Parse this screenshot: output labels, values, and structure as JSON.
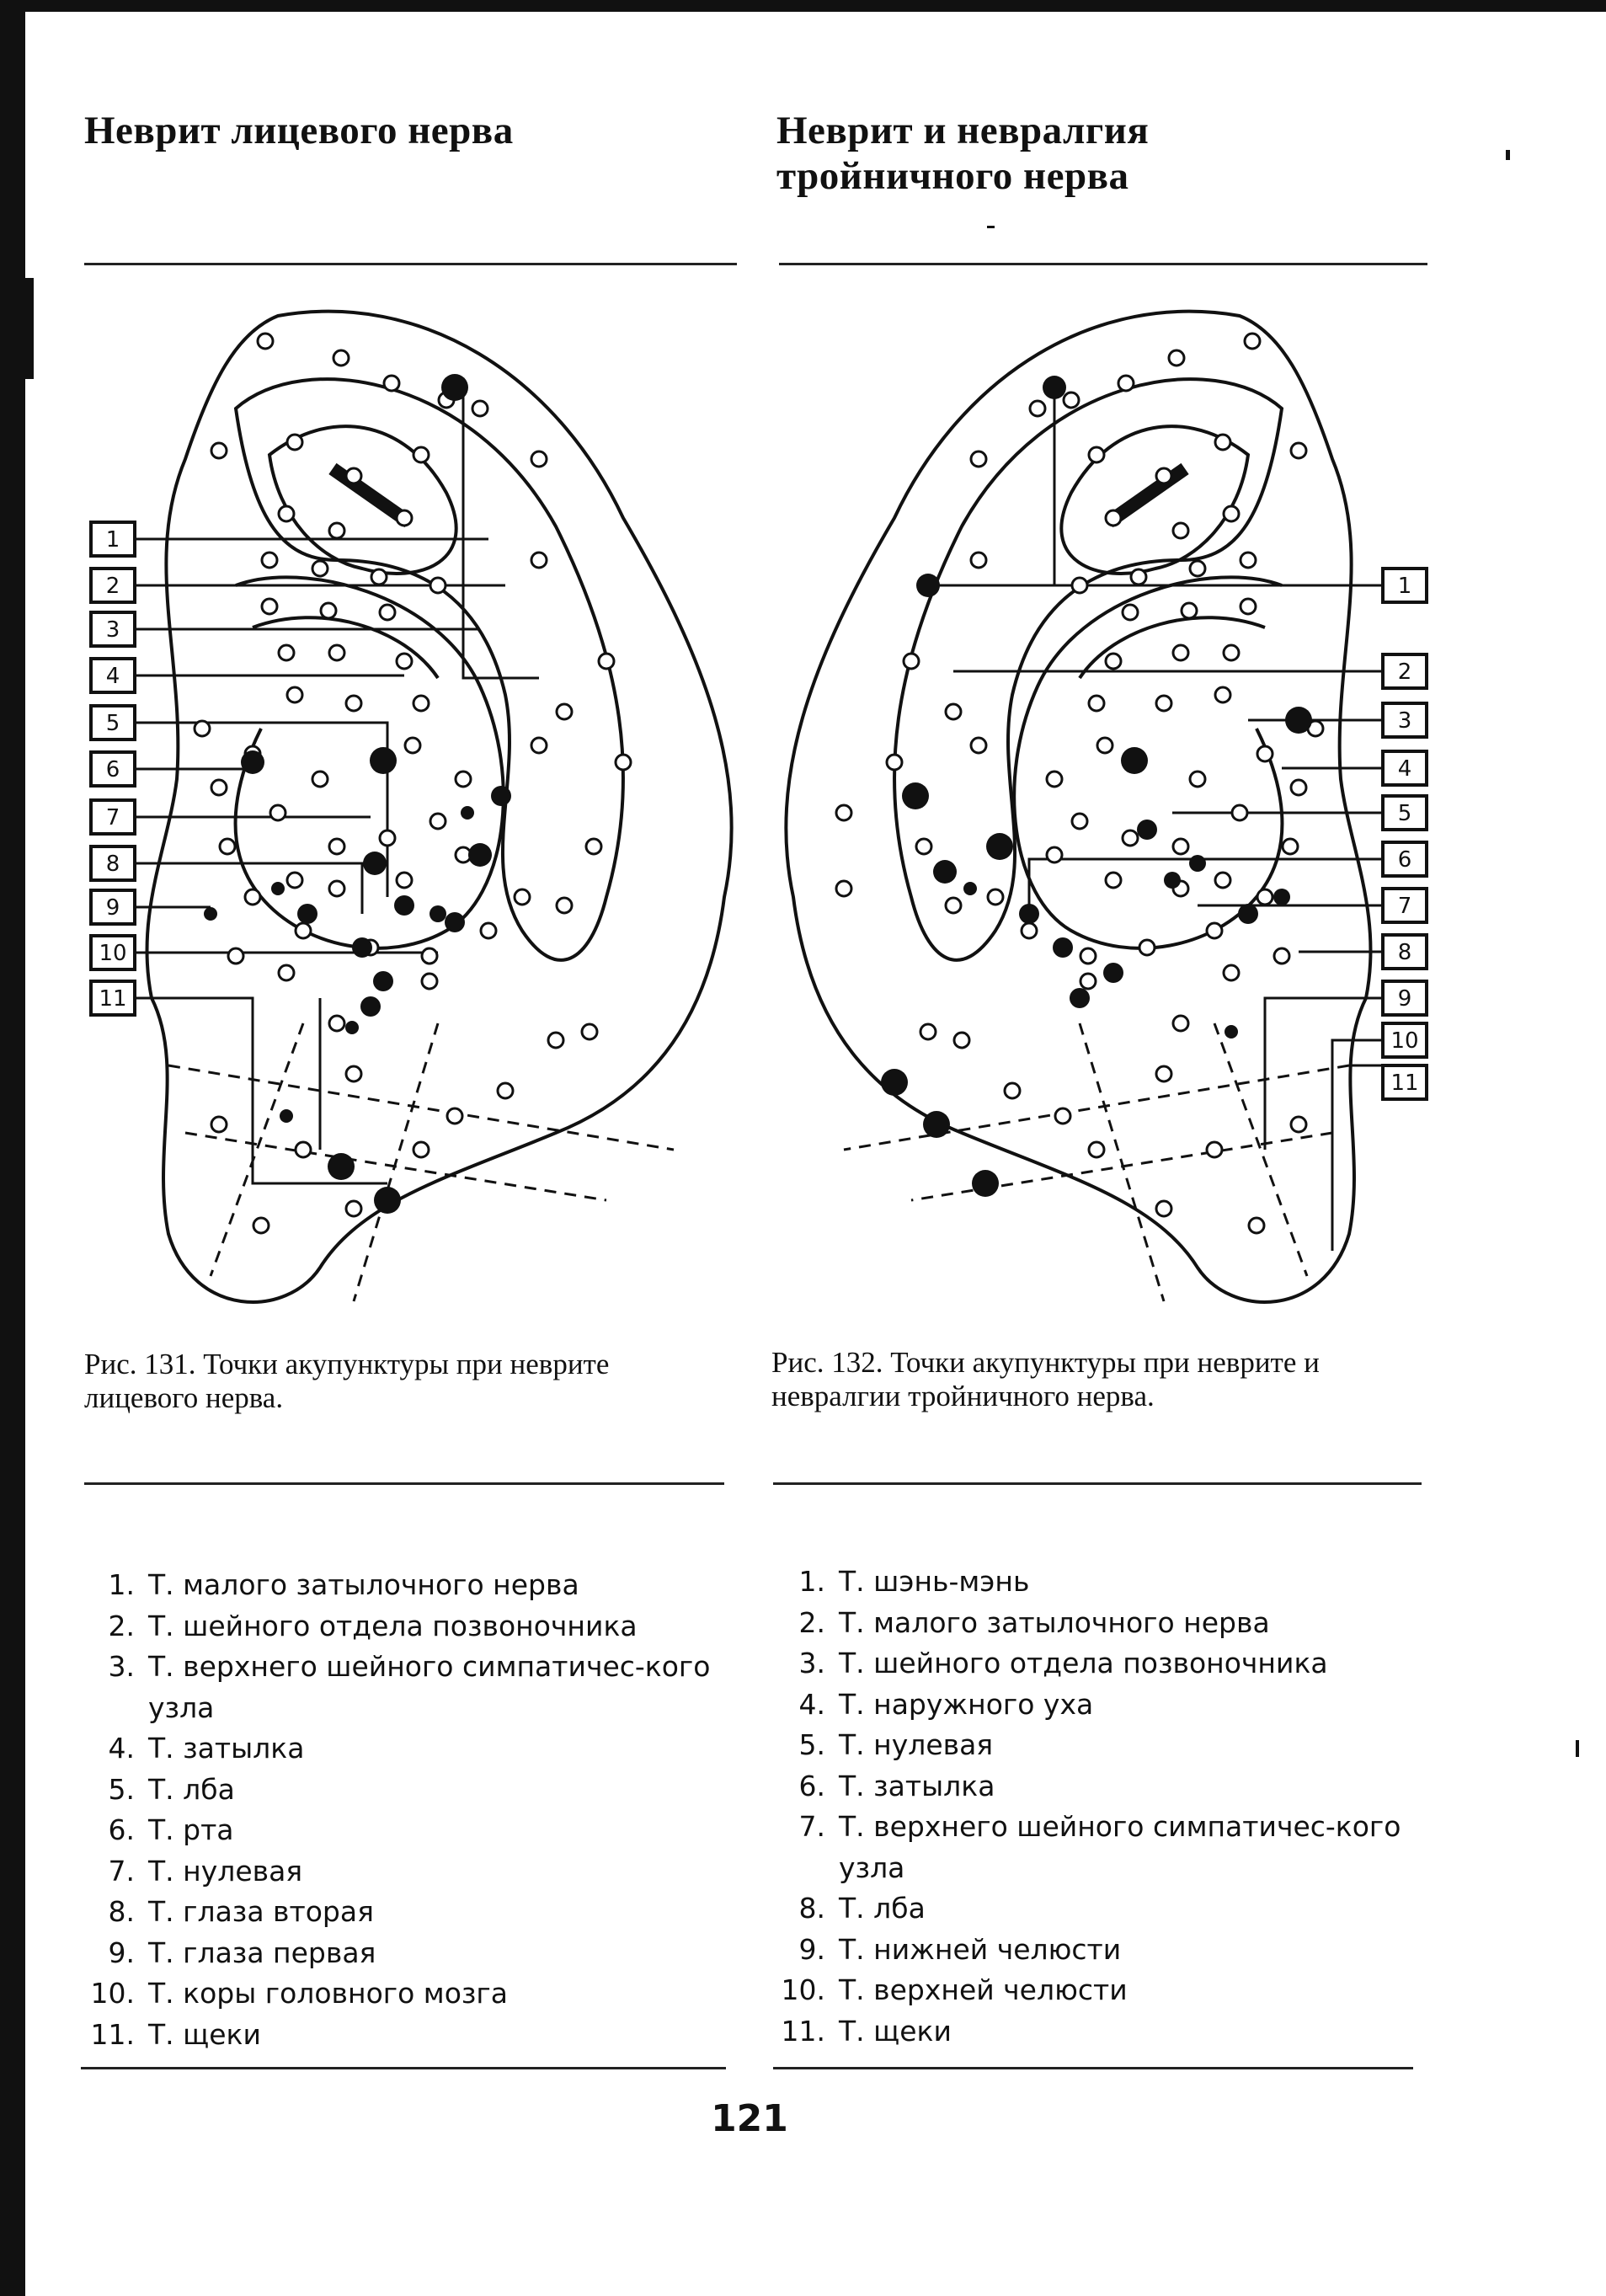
{
  "headings": {
    "left": "Неврит лицевого нерва",
    "right": "Неврит и невралгия тройничного нерва"
  },
  "figures": {
    "left": {
      "caption_label": "Рис. 131.",
      "caption_text": "Точки акупунктуры при неврите лицевого нерва.",
      "box_labels": [
        "1",
        "2",
        "3",
        "4",
        "5",
        "6",
        "7",
        "8",
        "9",
        "10",
        "11"
      ]
    },
    "right": {
      "caption_label": "Рис. 132.",
      "caption_text": "Точки акупунктуры при неврите и невралгии тройничного нерва.",
      "box_labels": [
        "1",
        "2",
        "3",
        "4",
        "5",
        "6",
        "7",
        "8",
        "9",
        "10",
        "11"
      ]
    }
  },
  "legend_left": [
    {
      "num": "1.",
      "text": "Т. малого затылочного нерва"
    },
    {
      "num": "2.",
      "text": "Т. шейного отдела позвоночника"
    },
    {
      "num": "3.",
      "text": "Т. верхнего шейного симпатичес-кого узла"
    },
    {
      "num": "4.",
      "text": "Т. затылка"
    },
    {
      "num": "5.",
      "text": "Т. лба"
    },
    {
      "num": "6.",
      "text": "Т. рта"
    },
    {
      "num": "7.",
      "text": "Т. нулевая"
    },
    {
      "num": "8.",
      "text": "Т. глаза вторая"
    },
    {
      "num": "9.",
      "text": "Т. глаза первая"
    },
    {
      "num": "10.",
      "text": "Т. коры головного мозга"
    },
    {
      "num": "11.",
      "text": "Т. щеки"
    }
  ],
  "legend_right": [
    {
      "num": "1.",
      "text": "Т. шэнь-мэнь"
    },
    {
      "num": "2.",
      "text": "Т. малого затылочного нерва"
    },
    {
      "num": "3.",
      "text": "Т. шейного отдела позвоночника"
    },
    {
      "num": "4.",
      "text": "Т. наружного уха"
    },
    {
      "num": "5.",
      "text": "Т. нулевая"
    },
    {
      "num": "6.",
      "text": "Т. затылка"
    },
    {
      "num": "7.",
      "text": "Т. верхнего шейного симпатичес-кого узла"
    },
    {
      "num": "8.",
      "text": "Т. лба"
    },
    {
      "num": "9.",
      "text": "Т. нижней челюсти"
    },
    {
      "num": "10.",
      "text": "Т. верхней челюсти"
    },
    {
      "num": "11.",
      "text": "Т. щеки"
    }
  ],
  "page_number": "121"
}
